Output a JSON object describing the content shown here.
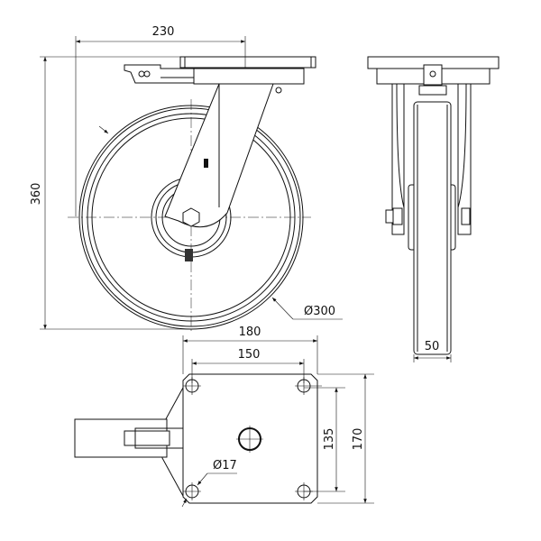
{
  "title": "Swivel caster with brake – technical drawing",
  "dimensions": {
    "overall_width": "230",
    "overall_height": "360",
    "wheel_diameter": "Ø300",
    "wheel_width": "50",
    "plate_length": "180",
    "hole_spacing_length": "150",
    "hole_spacing_width": "135",
    "plate_width": "170",
    "hole_diameter": "Ø17"
  },
  "units": "mm",
  "colors": {
    "line": "#111111",
    "background": "#ffffff"
  }
}
